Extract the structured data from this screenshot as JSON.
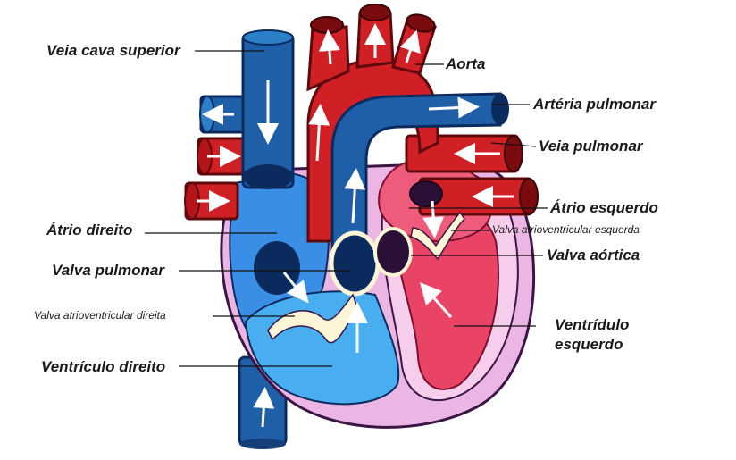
{
  "diagram": {
    "colors": {
      "oxygenated": "#d01f25",
      "deoxygenated": "#1f5fa8",
      "right_chamber": "#3a8ee6",
      "left_chamber": "#e94366",
      "pericardium": "#e9b3e0",
      "valve": "#fdf5d6",
      "arrow": "#ffffff"
    },
    "labels": {
      "superior_vena_cava": "Veia cava superior",
      "aorta": "Aorta",
      "pulmonary_artery": "Artéria pulmonar",
      "pulmonary_vein": "Veia pulmonar",
      "left_atrium": "Átrio esquerdo",
      "left_av_valve": "Valva atrioventricular esquerda",
      "aortic_valve": "Valva aórtica",
      "left_ventricle_line1": "Ventrídulo",
      "left_ventricle_line2": "esquerdo",
      "right_atrium": "Átrio direito",
      "pulmonary_valve": "Valva pulmonar",
      "right_av_valve": "Valva atrioventricular direita",
      "right_ventricle": "Ventrículo direito"
    }
  }
}
